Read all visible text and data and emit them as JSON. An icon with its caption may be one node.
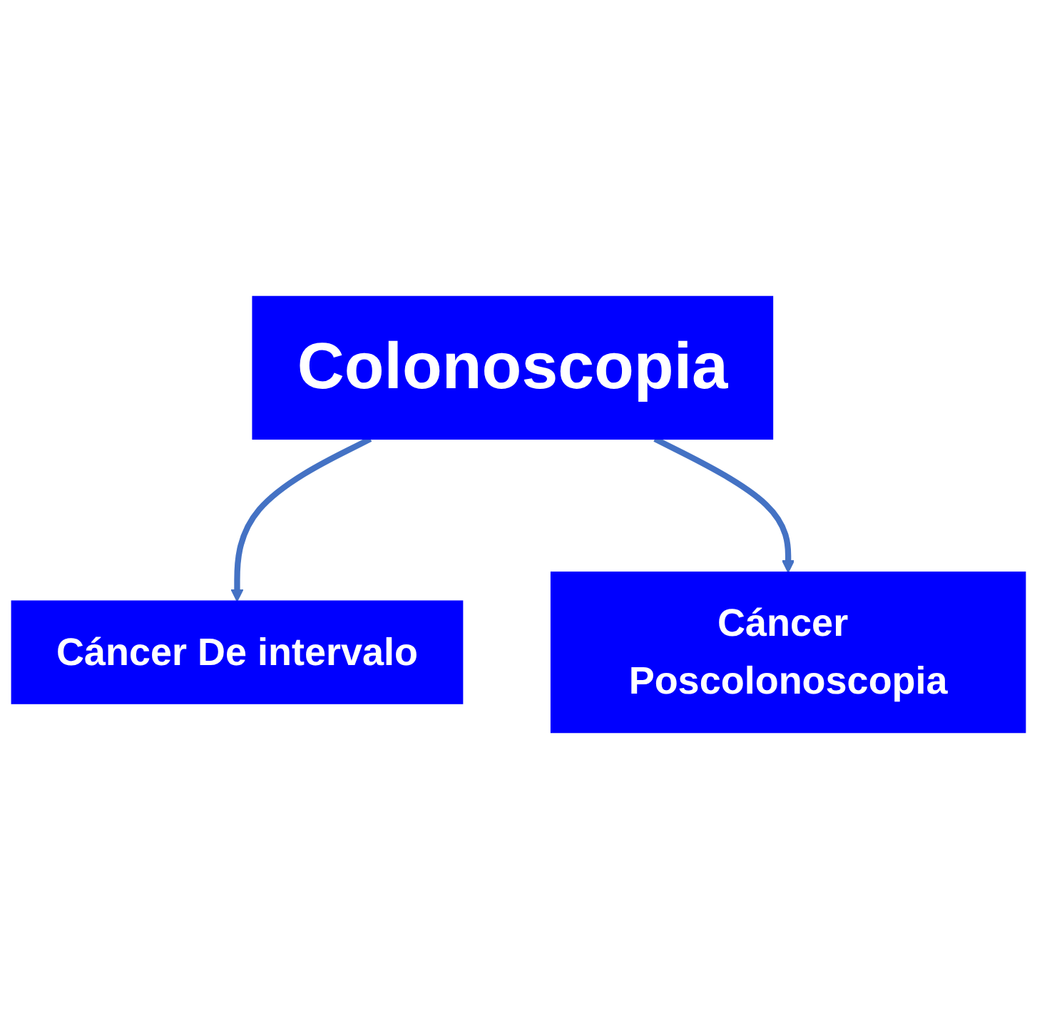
{
  "diagram": {
    "nodes": [
      {
        "text": [
          "Colonoscopia"
        ]
      },
      {
        "text": [
          "Cáncer De intervalo"
        ]
      },
      {
        "text": [
          "Cáncer Poscolonoscopia"
        ]
      }
    ],
    "edges": [
      {
        "from": 0,
        "to": 1,
        "arrow": "to"
      },
      {
        "from": 0,
        "to": 2,
        "arrow": "to"
      }
    ]
  }
}
